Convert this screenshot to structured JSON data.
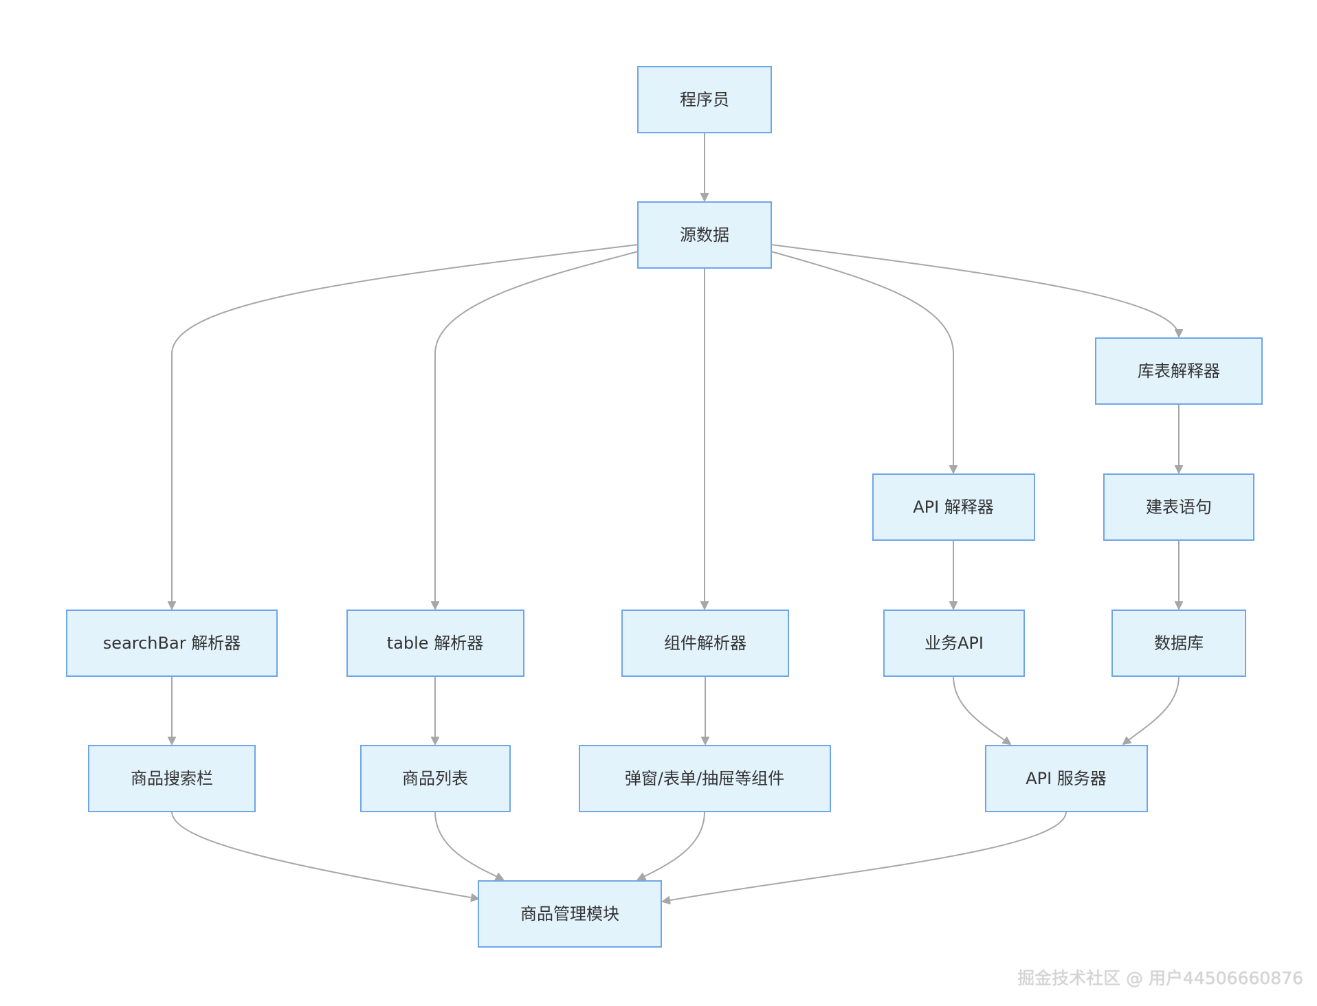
{
  "nodes": {
    "programmer": "程序员",
    "source_data": "源数据",
    "schema_parser": "库表解释器",
    "api_parser": "API 解释器",
    "create_table_sql": "建表语句",
    "searchbar_parser": "searchBar 解析器",
    "table_parser": "table 解析器",
    "component_parser": "组件解析器",
    "business_api": "业务API",
    "database": "数据库",
    "product_searchbar": "商品搜索栏",
    "product_list": "商品列表",
    "components": "弹窗/表单/抽屉等组件",
    "api_server": "API 服务器",
    "product_module": "商品管理模块"
  },
  "edges": [
    [
      "programmer",
      "source_data"
    ],
    [
      "source_data",
      "searchbar_parser"
    ],
    [
      "source_data",
      "table_parser"
    ],
    [
      "source_data",
      "component_parser"
    ],
    [
      "source_data",
      "api_parser"
    ],
    [
      "source_data",
      "schema_parser"
    ],
    [
      "schema_parser",
      "create_table_sql"
    ],
    [
      "create_table_sql",
      "database"
    ],
    [
      "api_parser",
      "business_api"
    ],
    [
      "searchbar_parser",
      "product_searchbar"
    ],
    [
      "table_parser",
      "product_list"
    ],
    [
      "component_parser",
      "components"
    ],
    [
      "business_api",
      "api_server"
    ],
    [
      "database",
      "api_server"
    ],
    [
      "product_searchbar",
      "product_module"
    ],
    [
      "product_list",
      "product_module"
    ],
    [
      "components",
      "product_module"
    ],
    [
      "api_server",
      "product_module"
    ]
  ],
  "colors": {
    "node_fill": "#e3f3fc",
    "node_border": "#6fa6e8",
    "edge": "#a7a7a7",
    "text": "#333333"
  },
  "watermark": "掘金技术社区 @ 用户44506660876"
}
